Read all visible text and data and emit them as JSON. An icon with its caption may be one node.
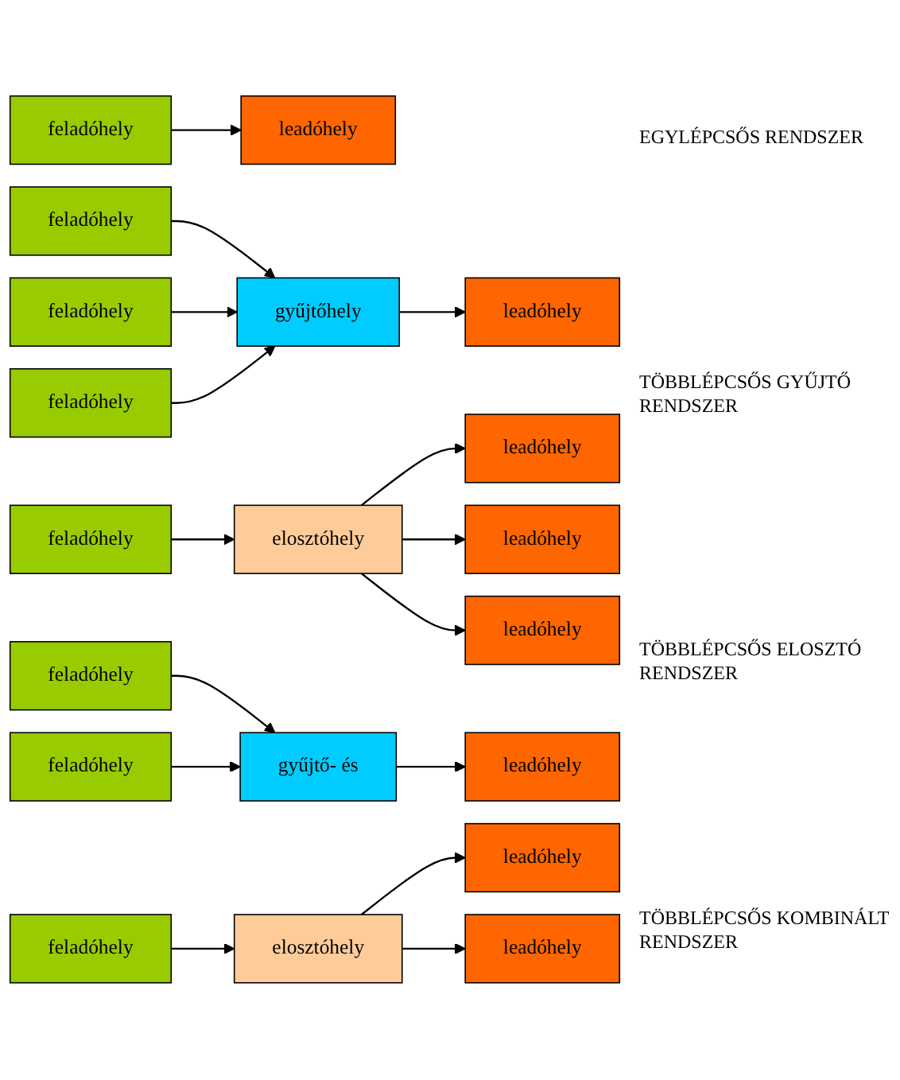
{
  "diagram": {
    "nodes": [
      {
        "text": [
          "feladóhely"
        ]
      },
      {
        "text": [
          "leadóhely"
        ]
      },
      {
        "text": [
          "feladóhely"
        ]
      },
      {
        "text": [
          "feladóhely"
        ]
      },
      {
        "text": [
          "feladóhely"
        ]
      },
      {
        "text": [
          "gyűjtőhely"
        ]
      },
      {
        "text": [
          "leadóhely"
        ]
      },
      {
        "text": [
          "feladóhely"
        ]
      },
      {
        "text": [
          "elosztóhely"
        ]
      },
      {
        "text": [
          "leadóhely"
        ]
      },
      {
        "text": [
          "leadóhely"
        ]
      },
      {
        "text": [
          "leadóhely"
        ]
      },
      {
        "text": [
          "feladóhely"
        ]
      },
      {
        "text": [
          "feladóhely"
        ]
      },
      {
        "text": [
          "feladóhely"
        ]
      },
      {
        "text": [
          "gyűjtő- és"
        ]
      },
      {
        "text": [
          "elosztóhely"
        ]
      },
      {
        "text": [
          "leadóhely"
        ]
      },
      {
        "text": [
          "leadóhely"
        ]
      },
      {
        "text": [
          "leadóhely"
        ]
      }
    ],
    "edges": [
      {
        "from": 0,
        "to": 1,
        "arrow": "to"
      },
      {
        "from": 2,
        "to": 5,
        "arrow": "to"
      },
      {
        "from": 3,
        "to": 5,
        "arrow": "to"
      },
      {
        "from": 4,
        "to": 5,
        "arrow": "to"
      },
      {
        "from": 5,
        "to": 6,
        "arrow": "to"
      },
      {
        "from": 7,
        "to": 8,
        "arrow": "to"
      },
      {
        "from": 8,
        "to": 9,
        "arrow": "to"
      },
      {
        "from": 8,
        "to": 10,
        "arrow": "to"
      },
      {
        "from": 8,
        "to": 11,
        "arrow": "to"
      },
      {
        "from": 12,
        "to": 15,
        "arrow": "to"
      },
      {
        "from": 13,
        "to": 15,
        "arrow": "to"
      },
      {
        "from": 14,
        "to": 16,
        "arrow": "to"
      },
      {
        "from": 15,
        "to": 17,
        "arrow": "to"
      },
      {
        "from": 16,
        "to": 18,
        "arrow": "to"
      },
      {
        "from": 16,
        "to": 19,
        "arrow": "to"
      }
    ],
    "labels": [
      "EGYLÉPCSŐS RENDSZER",
      "TÖBBLÉPCSŐS GYŰJTŐ RENDSZER",
      "TÖBBLÉPCSŐS ELOSZTÓ RENDSZER",
      "TÖBBLÉPCSŐS KOMBINÁLT RENDSZER"
    ]
  }
}
